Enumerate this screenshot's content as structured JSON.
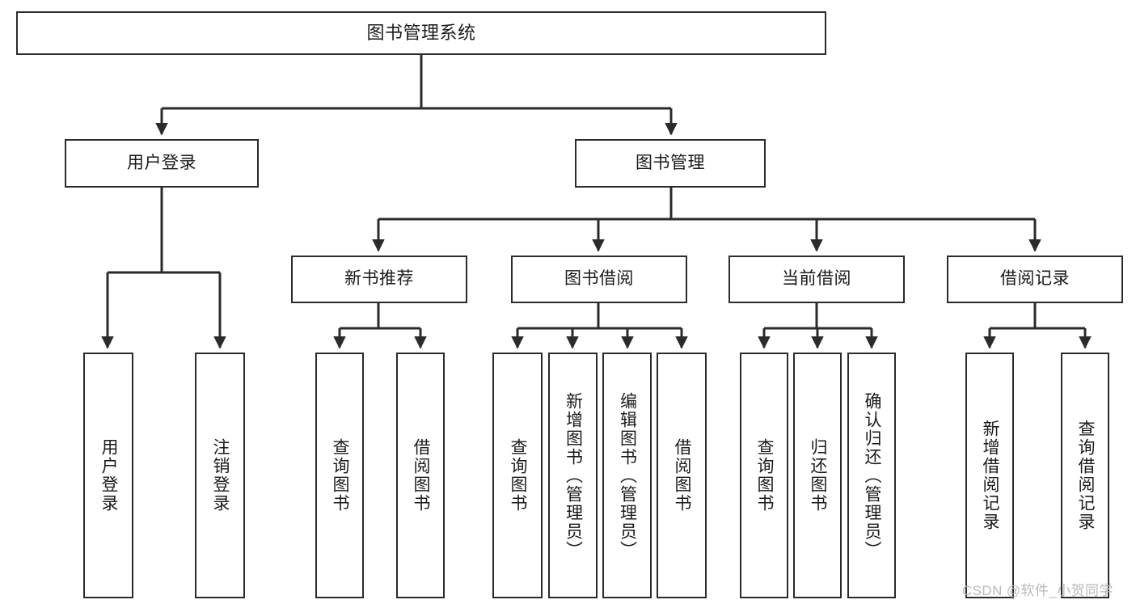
{
  "diagram": {
    "type": "tree",
    "title": "图书管理系统",
    "orientation": "top-down",
    "edge_style": "orthogonal-arrow",
    "colors": {
      "box_border": "#2b2b2b",
      "box_fill": "#ffffff",
      "edge": "#2b2b2b",
      "text": "#1a1a1a",
      "background": "#ffffff",
      "watermark": "#b9b9b9"
    },
    "root": {
      "label": "图书管理系统"
    },
    "level1": [
      {
        "label": "用户登录"
      },
      {
        "label": "图书管理"
      }
    ],
    "level2": [
      {
        "label": "新书推荐"
      },
      {
        "label": "图书借阅"
      },
      {
        "label": "当前借阅"
      },
      {
        "label": "借阅记录"
      }
    ],
    "leaves": {
      "user_login": [
        {
          "label": "用户登录"
        },
        {
          "label": "注销登录"
        }
      ],
      "new_book_recommend": [
        {
          "label": "查询图书"
        },
        {
          "label": "借阅图书"
        }
      ],
      "book_borrow": [
        {
          "label": "查询图书"
        },
        {
          "label": "新增图书（管理员）"
        },
        {
          "label": "编辑图书（管理员）"
        },
        {
          "label": "借阅图书"
        }
      ],
      "current_borrow": [
        {
          "label": "查询图书"
        },
        {
          "label": "归还图书"
        },
        {
          "label": "确认归还（管理员）"
        }
      ],
      "borrow_record": [
        {
          "label": "新增借阅记录"
        },
        {
          "label": "查询借阅记录"
        }
      ]
    }
  },
  "watermark": {
    "text": "CSDN @软件_小贺同学"
  }
}
